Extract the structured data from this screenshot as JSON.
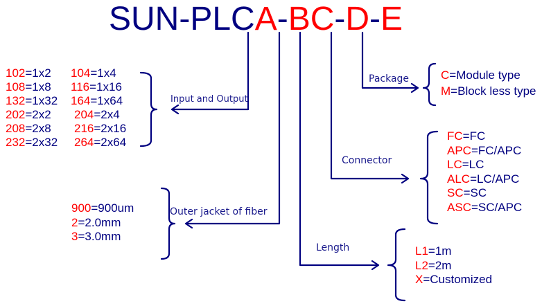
{
  "title": {
    "prefix": "SUN-PLC",
    "segments": [
      "A",
      "-",
      "B",
      "C",
      "-",
      "D",
      "-",
      "E"
    ]
  },
  "colors": {
    "primary": "#000080",
    "accent": "#ff0000",
    "label": "#1a1a8c"
  },
  "fields": {
    "input_output": {
      "label": "Input and Output",
      "options": [
        [
          {
            "code": "102",
            "value": "=1x2"
          },
          {
            "code": "104",
            "value": "=1x4"
          }
        ],
        [
          {
            "code": "108",
            "value": "=1x8"
          },
          {
            "code": "116",
            "value": "=1x16"
          }
        ],
        [
          {
            "code": "132",
            "value": "=1x32"
          },
          {
            "code": "164",
            "value": "=1x64"
          }
        ],
        [
          {
            "code": "202",
            "value": "=2x2"
          },
          {
            "code": "204",
            "value": "=2x4"
          }
        ],
        [
          {
            "code": "208",
            "value": "=2x8"
          },
          {
            "code": "216",
            "value": "=2x16"
          }
        ],
        [
          {
            "code": "232",
            "value": "=2x32"
          },
          {
            "code": "264",
            "value": "=2x64"
          }
        ]
      ]
    },
    "outer_jacket": {
      "label": "Outer jacket of fiber",
      "options": [
        {
          "code": "900",
          "value": "=900um"
        },
        {
          "code": "2",
          "value": "=2.0mm"
        },
        {
          "code": "3",
          "value": "=3.0mm"
        }
      ]
    },
    "length": {
      "label": "Length",
      "options": [
        {
          "code": "L1",
          "value": "=1m"
        },
        {
          "code": "L2",
          "value": "=2m"
        },
        {
          "code": "X",
          "value": "=Customized"
        }
      ]
    },
    "connector": {
      "label": "Connector",
      "options": [
        {
          "code": "FC",
          "value": "=FC"
        },
        {
          "code": "APC",
          "value": "=FC/APC"
        },
        {
          "code": "LC",
          "value": "=LC"
        },
        {
          "code": "ALC",
          "value": "=LC/APC"
        },
        {
          "code": "SC",
          "value": "=SC"
        },
        {
          "code": "ASC",
          "value": "=SC/APC"
        }
      ]
    },
    "package": {
      "label": "Package",
      "options": [
        {
          "code": "C",
          "value": "=Module type"
        },
        {
          "code": "M",
          "value": "=Block less type"
        }
      ]
    }
  }
}
